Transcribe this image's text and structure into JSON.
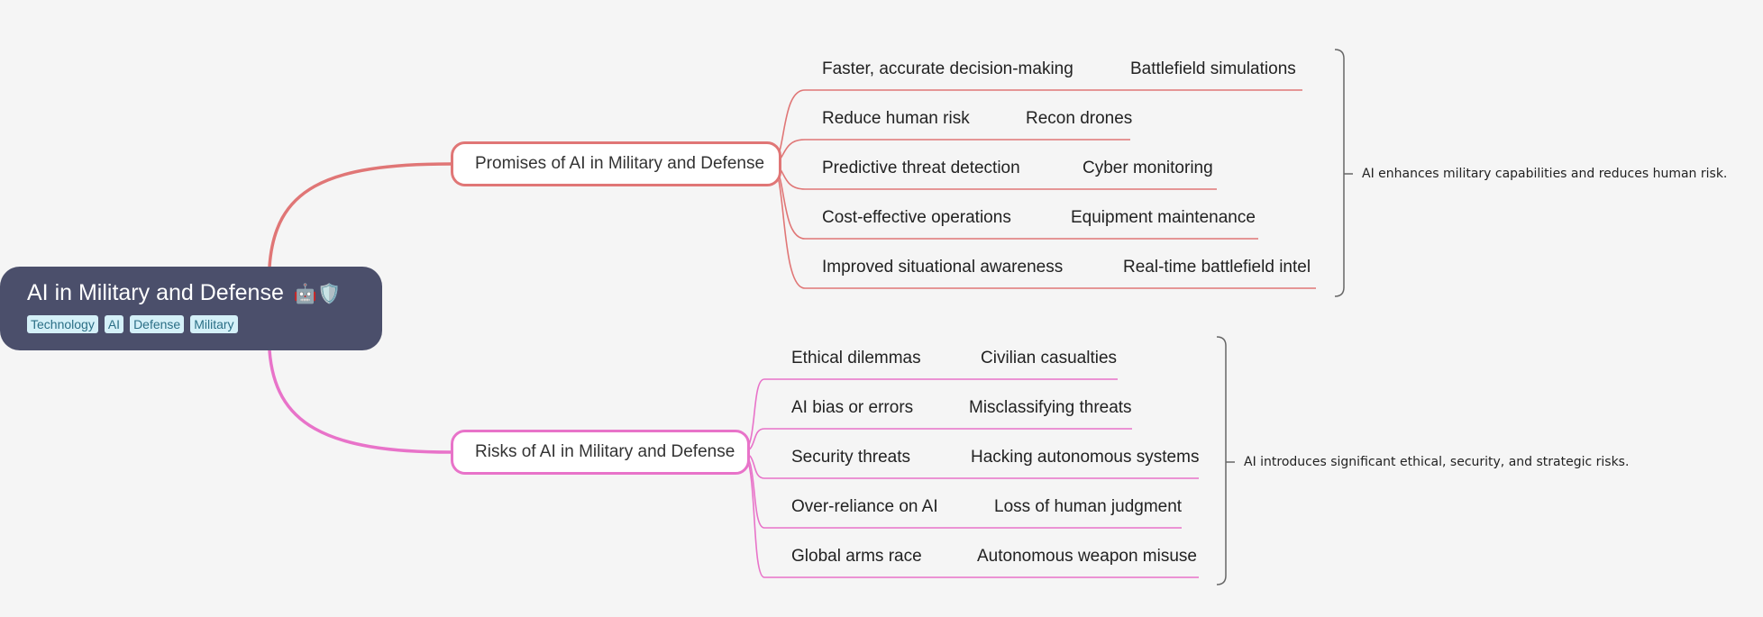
{
  "root": {
    "title": "AI in Military and Defense",
    "emoji": "🤖🛡️",
    "tags": [
      "Technology",
      "AI",
      "Defense",
      "Military"
    ]
  },
  "colors": {
    "promises": "#e07676",
    "risks": "#e873c9",
    "root_bg": "#4b4f6b"
  },
  "branches": [
    {
      "label": "Promises of AI in Military and Defense",
      "summary": "AI enhances military capabilities and reduces human risk.",
      "children": [
        {
          "topic": "Faster, accurate decision-making",
          "example": "Battlefield simulations"
        },
        {
          "topic": "Reduce human risk",
          "example": "Recon drones"
        },
        {
          "topic": "Predictive threat detection",
          "example": "Cyber monitoring"
        },
        {
          "topic": "Cost-effective operations",
          "example": "Equipment maintenance"
        },
        {
          "topic": "Improved situational awareness",
          "example": "Real-time battlefield intel"
        }
      ]
    },
    {
      "label": "Risks of AI in Military and Defense",
      "summary": "AI introduces significant ethical, security, and strategic risks.",
      "children": [
        {
          "topic": "Ethical dilemmas",
          "example": "Civilian casualties"
        },
        {
          "topic": "AI bias or errors",
          "example": "Misclassifying threats"
        },
        {
          "topic": "Security threats",
          "example": "Hacking autonomous systems"
        },
        {
          "topic": "Over-reliance on AI",
          "example": "Loss of human judgment"
        },
        {
          "topic": "Global arms race",
          "example": "Autonomous weapon misuse"
        }
      ]
    }
  ]
}
